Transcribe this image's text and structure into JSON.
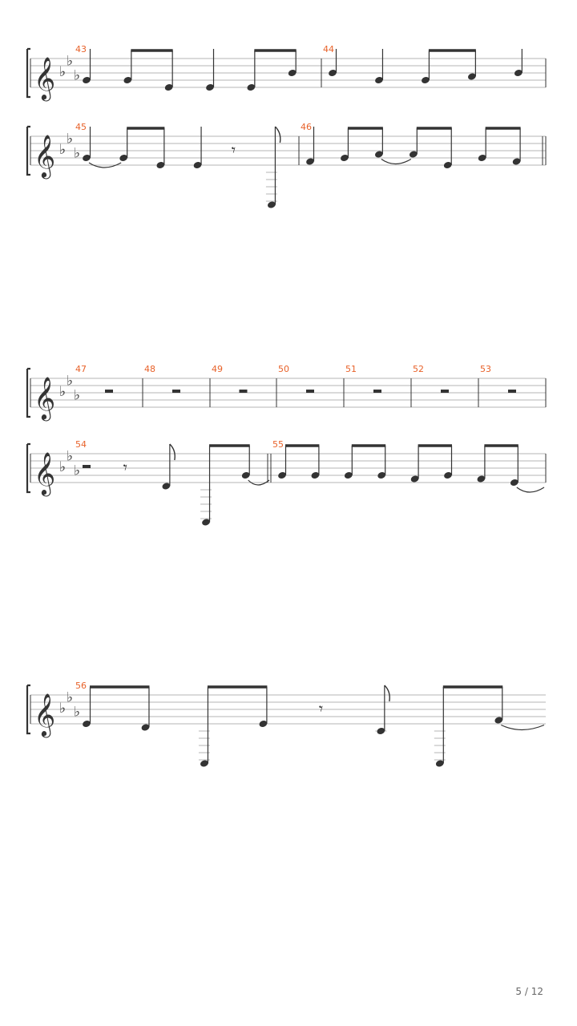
{
  "page": {
    "number_label": "5 / 12"
  },
  "colors": {
    "measure_number": "#e8622a",
    "ink": "#333333",
    "staff_line": "#b5b5b5"
  },
  "systems": [
    {
      "measures": [
        {
          "number": "43",
          "notes": [
            {
              "d": "q",
              "s": "G4"
            },
            {
              "d": "8",
              "s": "G4",
              "beam": "b1"
            },
            {
              "d": "8",
              "s": "E4",
              "beam": "b1"
            },
            {
              "d": "q",
              "s": "E4"
            },
            {
              "d": "8",
              "s": "E4",
              "beam": "b2"
            },
            {
              "d": "8",
              "s": "B4",
              "beam": "b2"
            }
          ]
        },
        {
          "number": "44",
          "notes": [
            {
              "d": "q",
              "s": "B4"
            },
            {
              "d": "q",
              "s": "G4"
            },
            {
              "d": "8",
              "s": "G4",
              "beam": "b1"
            },
            {
              "d": "8",
              "s": "A4",
              "beam": "b1"
            },
            {
              "d": "q",
              "s": "B4"
            }
          ]
        }
      ]
    },
    {
      "measures": [
        {
          "number": "45",
          "notes": [
            {
              "d": "q",
              "s": "G4",
              "tie": true
            },
            {
              "d": "8",
              "s": "G4",
              "beam": "b1"
            },
            {
              "d": "8",
              "s": "E4",
              "beam": "b1"
            },
            {
              "d": "q",
              "s": "E4"
            },
            {
              "d": "8r"
            },
            {
              "d": "8",
              "s": "A2"
            }
          ]
        },
        {
          "number": "46",
          "notes": [
            {
              "d": "q",
              "s": "F4"
            },
            {
              "d": "8",
              "s": "G4",
              "beam": "b1"
            },
            {
              "d": "8",
              "s": "A4",
              "beam": "b1",
              "tie": true
            },
            {
              "d": "8",
              "s": "A4",
              "beam": "b2"
            },
            {
              "d": "8",
              "s": "E4",
              "beam": "b2"
            },
            {
              "d": "8",
              "s": "G4",
              "beam": "b3"
            },
            {
              "d": "8",
              "s": "F4",
              "beam": "b3"
            }
          ],
          "end_barline": "double"
        }
      ]
    },
    {
      "measures": [
        {
          "number": "47",
          "notes": [
            {
              "d": "hr"
            }
          ]
        },
        {
          "number": "48",
          "notes": [
            {
              "d": "hr"
            }
          ]
        },
        {
          "number": "49",
          "notes": [
            {
              "d": "hr"
            }
          ]
        },
        {
          "number": "50",
          "notes": [
            {
              "d": "hr"
            }
          ]
        },
        {
          "number": "51",
          "notes": [
            {
              "d": "hr"
            }
          ]
        },
        {
          "number": "52",
          "notes": [
            {
              "d": "hr"
            }
          ]
        },
        {
          "number": "53",
          "notes": [
            {
              "d": "hr"
            }
          ]
        }
      ]
    },
    {
      "measures": [
        {
          "number": "54",
          "notes": [
            {
              "d": "hr"
            },
            {
              "d": "8r"
            },
            {
              "d": "8",
              "s": "D4"
            },
            {
              "d": "8",
              "s": "A2",
              "beam": "b1"
            },
            {
              "d": "8",
              "s": "G4",
              "beam": "b1",
              "tie": true
            }
          ],
          "end_barline": "double"
        },
        {
          "number": "55",
          "notes": [
            {
              "d": "8",
              "s": "G4",
              "beam": "b1"
            },
            {
              "d": "8",
              "s": "G4",
              "beam": "b1"
            },
            {
              "d": "8",
              "s": "G4",
              "beam": "b2"
            },
            {
              "d": "8",
              "s": "G4",
              "beam": "b2"
            },
            {
              "d": "8",
              "s": "F4",
              "beam": "b3"
            },
            {
              "d": "8",
              "s": "G4",
              "beam": "b3"
            },
            {
              "d": "8",
              "s": "F4",
              "beam": "b4"
            },
            {
              "d": "8",
              "s": "E4",
              "beam": "b4",
              "tie": true
            }
          ]
        }
      ]
    },
    {
      "measures": [
        {
          "number": "56",
          "notes": [
            {
              "d": "8",
              "s": "E4",
              "beam": "b1"
            },
            {
              "d": "8",
              "s": "D4",
              "beam": "b1"
            },
            {
              "d": "8",
              "s": "A2",
              "beam": "b2"
            },
            {
              "d": "8",
              "s": "E4",
              "beam": "b2"
            },
            {
              "d": "8r"
            },
            {
              "d": "8",
              "s": "C4"
            },
            {
              "d": "8",
              "s": "A2",
              "beam": "b3"
            },
            {
              "d": "8",
              "s": "F4",
              "beam": "b3",
              "tie": true
            }
          ],
          "open_end": true
        }
      ]
    }
  ]
}
